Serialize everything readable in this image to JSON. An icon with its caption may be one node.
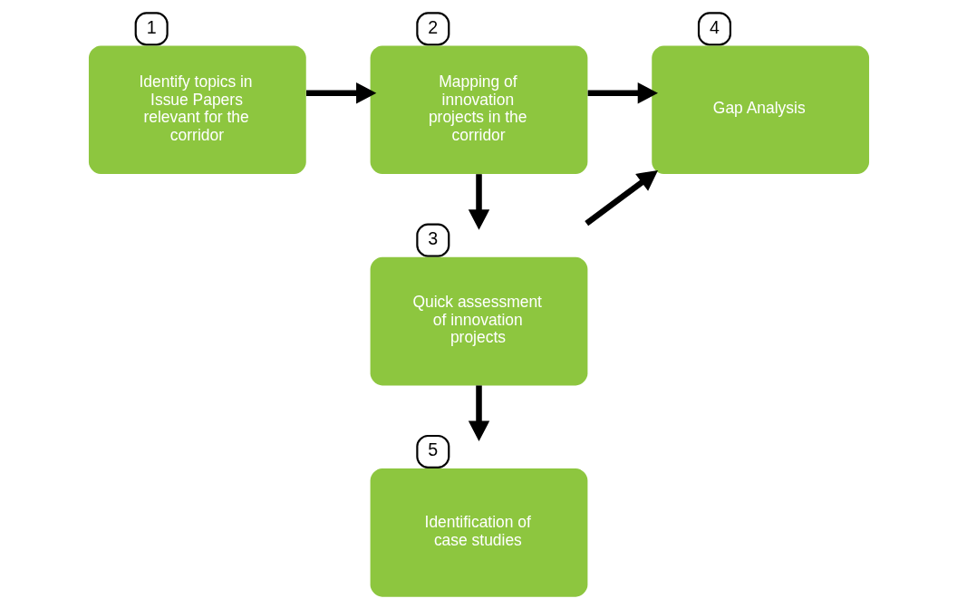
{
  "diagram": {
    "nodes": [
      {
        "text": [
          "Identify topics in Issue Papers relevant for the corridor"
        ],
        "beside": [
          "1"
        ]
      },
      {
        "text": [
          "Mapping of innovation projects in the corridor"
        ],
        "beside": [
          "2"
        ]
      },
      {
        "text": [
          "Gap Analysis"
        ],
        "beside": [
          "4"
        ]
      },
      {
        "text": [
          "Quick assessment of innovation projects"
        ],
        "beside": [
          "3"
        ]
      },
      {
        "text": [
          "Identification of case studies"
        ],
        "beside": [
          "5"
        ]
      }
    ],
    "edges": [
      {
        "from": 0,
        "to": 1,
        "arrow": "to"
      },
      {
        "from": 1,
        "to": 2,
        "arrow": "to"
      },
      {
        "from": 1,
        "to": 3,
        "arrow": "to"
      },
      {
        "from": 3,
        "to": 2,
        "arrow": "to"
      },
      {
        "from": 3,
        "to": 4,
        "arrow": "to"
      }
    ]
  }
}
